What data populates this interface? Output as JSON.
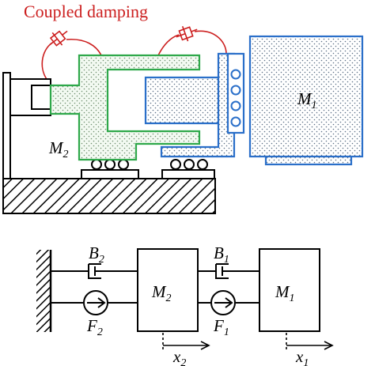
{
  "annotation": {
    "coupled_damping": "Coupled damping"
  },
  "mechanism": {
    "m1_symbol": "M",
    "m1_sub": "1",
    "m2_symbol": "M",
    "m2_sub": "2"
  },
  "schematic": {
    "b2_symbol": "B",
    "b2_sub": "2",
    "b1_symbol": "B",
    "b1_sub": "1",
    "f2_symbol": "F",
    "f2_sub": "2",
    "f1_symbol": "F",
    "f1_sub": "1",
    "m2_symbol": "M",
    "m2_sub": "2",
    "m1_symbol": "M",
    "m1_sub": "1",
    "x2_symbol": "x",
    "x2_sub": "2",
    "x1_symbol": "x",
    "x1_sub": "1"
  },
  "colors": {
    "damping_red": "#cc1f1f",
    "m2_green": "#2ea84a",
    "m1_blue": "#2a6fc9",
    "stipple": "#5a5a5a"
  }
}
